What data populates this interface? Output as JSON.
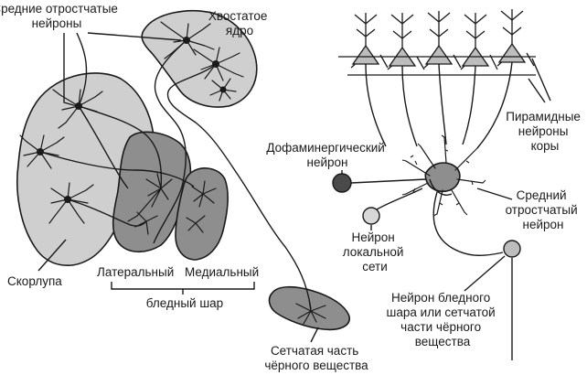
{
  "labels": {
    "medium_spiny_top": [
      "Средние отростчатые",
      "нейроны"
    ],
    "caudate": [
      "Хвостатое",
      "ядро"
    ],
    "pyramidal": [
      "Пирамидные",
      "нейроны",
      "коры"
    ],
    "dopaminergic": [
      "Дофаминергический",
      "нейрон"
    ],
    "medium_spiny_right": [
      "Средний",
      "отростчатый",
      "нейрон"
    ],
    "local_circuit": [
      "Нейрон",
      "локальной",
      "сети"
    ],
    "putamen": "Скорлупа",
    "lateral": "Латеральный",
    "medial": "Медиальный",
    "globus_pallidus": "бледный шар",
    "substantia_nigra": [
      "Сетчатая часть",
      "чёрного вещества"
    ],
    "pallidal_neuron": [
      "Нейрон бледного",
      "шара или сетчатой",
      "части чёрного",
      "вещества"
    ]
  }
}
